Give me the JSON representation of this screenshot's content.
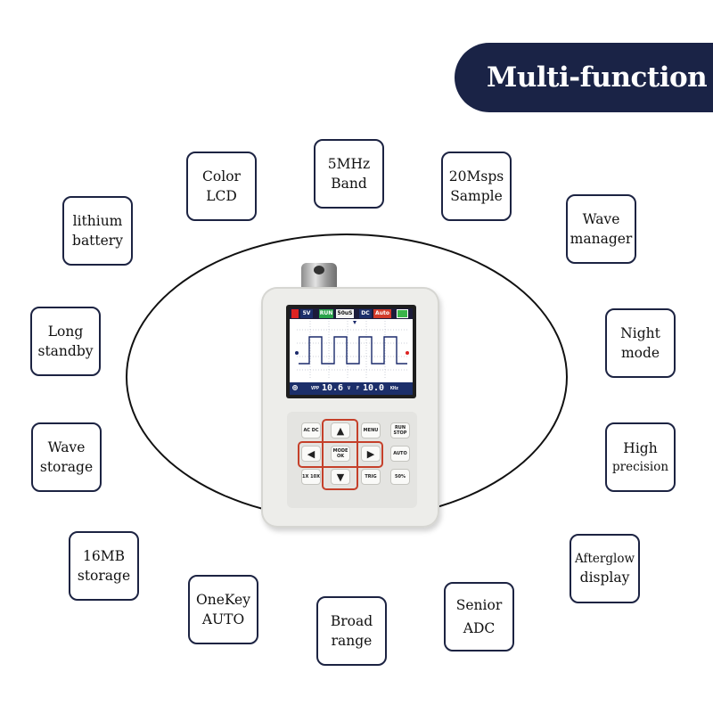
{
  "banner": {
    "title": "Multi-function"
  },
  "features": {
    "color_lcd": [
      "Color",
      "LCD"
    ],
    "band": [
      "5MHz",
      "Band"
    ],
    "sample": [
      "20Msps",
      "Sample"
    ],
    "wave_manager": [
      "Wave",
      "manager"
    ],
    "lithium": [
      "lithium",
      "battery"
    ],
    "standby": [
      "Long",
      "standby"
    ],
    "night": [
      "Night",
      "mode"
    ],
    "wave_storage": [
      "Wave",
      "storage"
    ],
    "precision": [
      "High",
      "precision"
    ],
    "storage16": [
      "16MB",
      "storage"
    ],
    "afterglow": [
      "Afterglow",
      "display"
    ],
    "onekey": [
      "OneKey",
      "AUTO"
    ],
    "broad": [
      "Broad",
      "range"
    ],
    "adc": [
      "Senior",
      "ADC"
    ]
  },
  "device": {
    "topbar": [
      "5V",
      "RUN",
      "50uS",
      "DC",
      "Auto"
    ],
    "readout": {
      "vpp_label": "VPP",
      "vpp_value": "10.6",
      "vpp_unit": "V",
      "f_label": "F",
      "f_value": "10.0",
      "f_unit": "KHz"
    },
    "keys": {
      "acdc": "AC DC",
      "up": "▲",
      "menu": "MENU",
      "runstop": "RUN STOP",
      "left": "◀",
      "mode": "MODE OK",
      "right": "▶",
      "auto": "AUTO",
      "x1x10": "1X 10X",
      "down": "▼",
      "trig": "TRIG",
      "fifty": "50%"
    }
  },
  "colors": {
    "banner": "#1a2346",
    "box_border": "#1c2342",
    "trace": "#1b2a6b",
    "cross": "#c5402a"
  }
}
